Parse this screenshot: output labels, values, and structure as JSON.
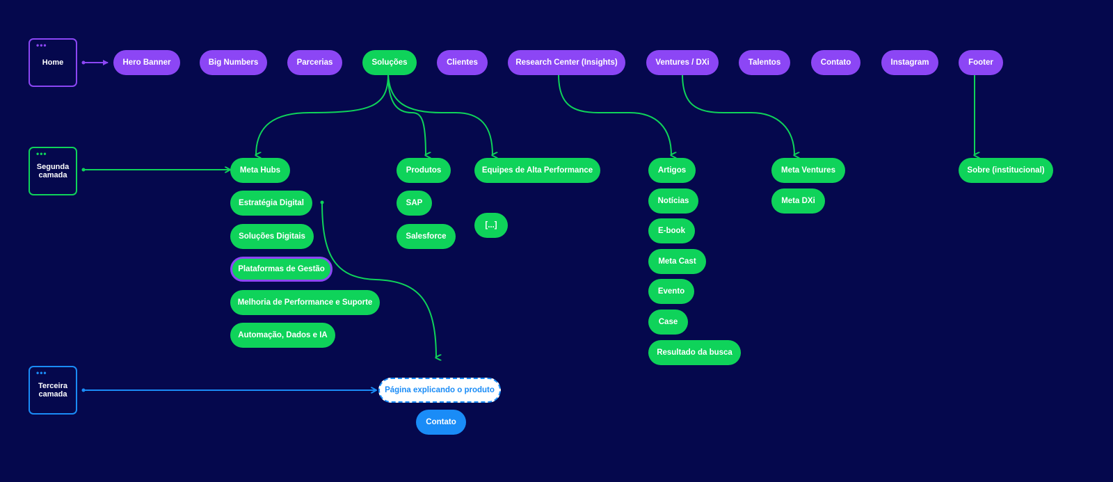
{
  "layers": {
    "home": "Home",
    "segunda": "Segunda camada",
    "terceira": "Terceira camada"
  },
  "top_nav": {
    "hero_banner": "Hero Banner",
    "big_numbers": "Big Numbers",
    "parcerias": "Parcerias",
    "solucoes": "Soluções",
    "clientes": "Clientes",
    "research_center": "Research Center (Insights)",
    "ventures": "Ventures / DXi",
    "talentos": "Talentos",
    "contato": "Contato",
    "instagram": "Instagram",
    "footer": "Footer"
  },
  "meta_hubs": {
    "title": "Meta Hubs",
    "items": [
      "Estratégia Digital",
      "Soluções Digitais",
      "Plataformas de Gestão",
      "Melhoria de Performance e Suporte",
      "Automação, Dados e IA"
    ]
  },
  "produtos": {
    "title": "Produtos",
    "items": [
      "SAP",
      "Salesforce"
    ]
  },
  "equipes": {
    "title": "Equipes de Alta Performance",
    "items": [
      "[...]"
    ]
  },
  "insights": {
    "items": [
      "Artigos",
      "Notícias",
      "E-book",
      "Meta Cast",
      "Evento",
      "Case",
      "Resultado da busca"
    ]
  },
  "ventures_children": {
    "items": [
      "Meta Ventures",
      "Meta DXi"
    ]
  },
  "footer_children": {
    "sobre": "Sobre (institucional)"
  },
  "third_layer": {
    "pagina_produto": "Página explicando o produto",
    "contato": "Contato"
  },
  "colors": {
    "background": "#05084d",
    "home_purple": "#8c46f5",
    "second_green": "#0fd35a",
    "third_blue": "#1a8cf7"
  }
}
